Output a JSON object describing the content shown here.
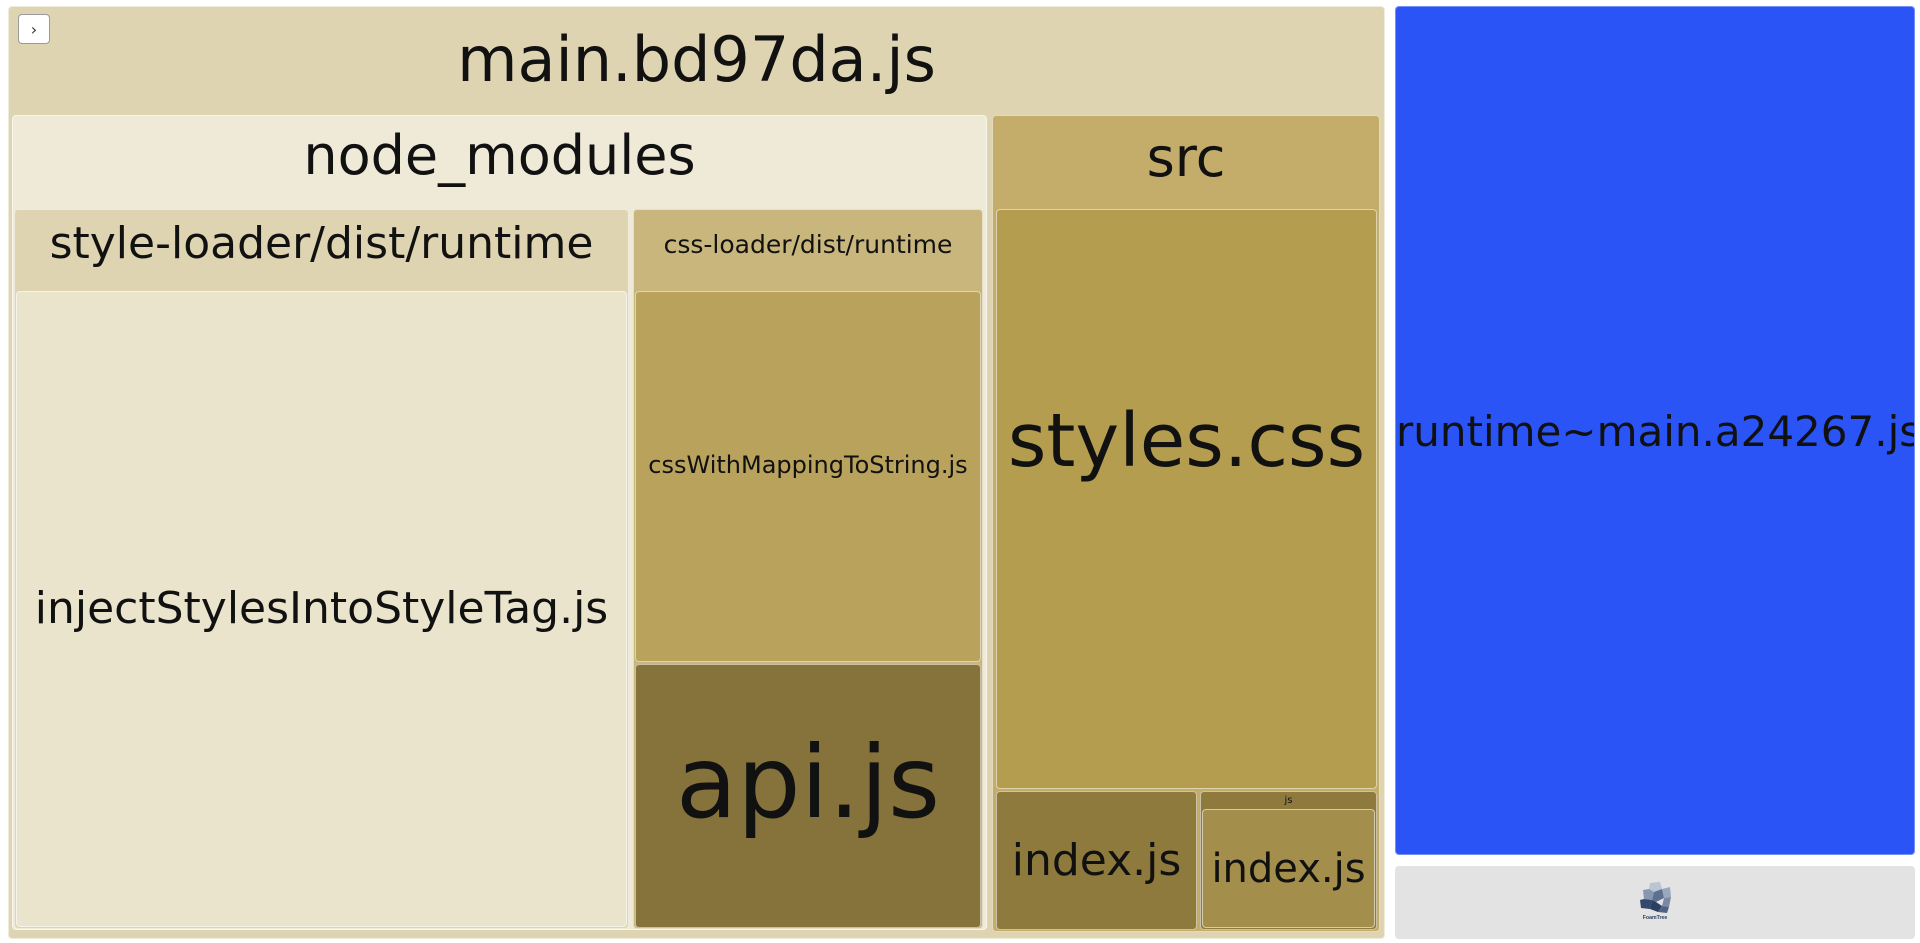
{
  "controls": {
    "toggle_label": "›"
  },
  "treemap": {
    "bundle": "main.bd97da.js",
    "node_modules": "node_modules",
    "style_loader": "style-loader/dist/runtime",
    "inject": "injectStylesIntoStyleTag.js",
    "css_loader": "css-loader/dist/runtime",
    "css_mapping": "cssWithMappingToString.js",
    "api": "api.js",
    "src": "src",
    "styles": "styles.css",
    "index1": "index.js",
    "js_folder": "js",
    "index2": "index.js",
    "runtime": "runtime~main.a24267.js"
  },
  "colors": {
    "bundle": "#ded4b1",
    "node_modules": "#efe9d8",
    "style_loader": "#ded4b1",
    "inject": "#ebe4cd",
    "css_loader": "#c9b67c",
    "css_mapping": "#b9a25c",
    "api": "#85733b",
    "src": "#c4ad6b",
    "styles": "#b59d50",
    "index1": "#8e7a3c",
    "js_folder": "#8e7a3c",
    "index2": "#a38e4b",
    "runtime": "#2a54f5",
    "logo_panel": "#e3e3e3"
  },
  "logo": {
    "name": "FoamTree"
  }
}
